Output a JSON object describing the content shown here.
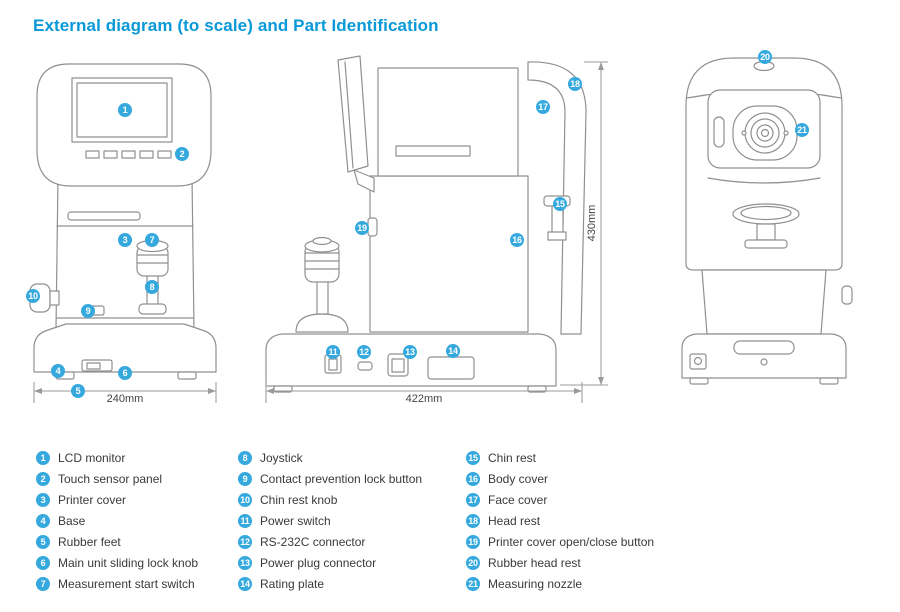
{
  "title": "External diagram (to scale) and Part Identification",
  "colors": {
    "accent": "#0999d8",
    "badge": "#35a9de",
    "line_art": "#909090"
  },
  "dimensions": {
    "front_width": "240mm",
    "side_width": "422mm",
    "side_height": "430mm"
  },
  "legend": {
    "columns": [
      {
        "items": [
          {
            "num": "1",
            "label": "LCD monitor"
          },
          {
            "num": "2",
            "label": "Touch sensor panel"
          },
          {
            "num": "3",
            "label": "Printer cover"
          },
          {
            "num": "4",
            "label": "Base"
          },
          {
            "num": "5",
            "label": "Rubber feet"
          },
          {
            "num": "6",
            "label": "Main unit sliding lock knob"
          },
          {
            "num": "7",
            "label": "Measurement start switch"
          }
        ]
      },
      {
        "items": [
          {
            "num": "8",
            "label": "Joystick"
          },
          {
            "num": "9",
            "label": "Contact prevention lock button"
          },
          {
            "num": "10",
            "label": "Chin rest knob"
          },
          {
            "num": "11",
            "label": "Power switch"
          },
          {
            "num": "12",
            "label": "RS-232C connector"
          },
          {
            "num": "13",
            "label": "Power plug connector"
          },
          {
            "num": "14",
            "label": "Rating plate"
          }
        ]
      },
      {
        "items": [
          {
            "num": "15",
            "label": "Chin rest"
          },
          {
            "num": "16",
            "label": "Body cover"
          },
          {
            "num": "17",
            "label": "Face cover"
          },
          {
            "num": "18",
            "label": "Head rest"
          },
          {
            "num": "19",
            "label": "Printer cover open/close button"
          },
          {
            "num": "20",
            "label": "Rubber head rest"
          },
          {
            "num": "21",
            "label": "Measuring nozzle"
          }
        ]
      }
    ]
  }
}
